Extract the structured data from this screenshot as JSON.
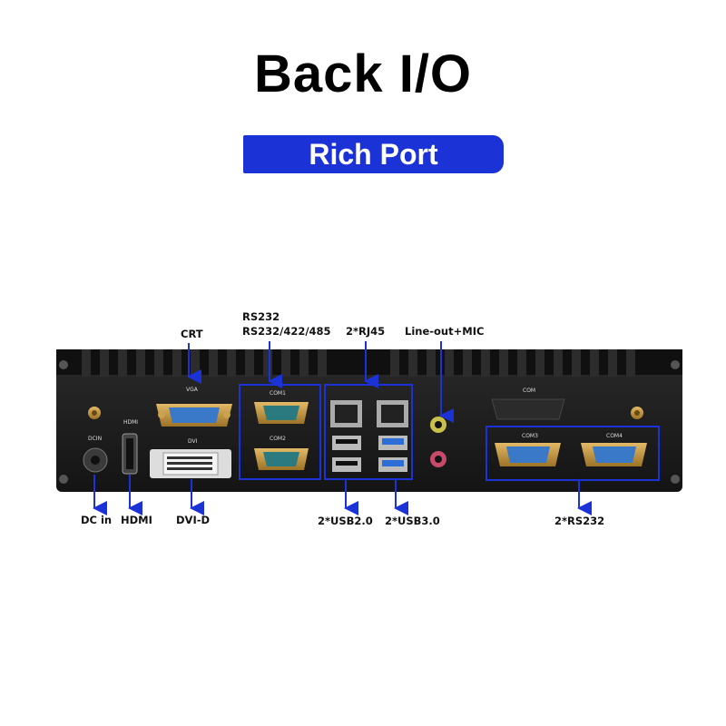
{
  "title": "Back I/O",
  "banner": "Rich Port",
  "colors": {
    "accent": "#1a32d6",
    "chassis": "#1e1e1e",
    "vga_blue": "#3a78c8",
    "usb3_blue": "#2a6ed6"
  },
  "callouts_top": {
    "crt": "CRT",
    "rs232": "RS232",
    "rs232_422_485": "RS232/422/485",
    "rj45": "2*RJ45",
    "audio": "Line-out+MIC"
  },
  "callouts_bottom": {
    "dcin": "DC in",
    "hdmi": "HDMI",
    "dvi": "DVI-D",
    "usb2": "2*USB2.0",
    "usb3": "2*USB3.0",
    "rs232": "2*RS232"
  },
  "panel_labels": {
    "vga": "VGA",
    "hdmi": "HDMI",
    "dvi": "DVI",
    "dcin": "DCIN",
    "com1": "COM1",
    "com2": "COM2",
    "com": "COM",
    "com3": "COM3",
    "com4": "COM4"
  }
}
